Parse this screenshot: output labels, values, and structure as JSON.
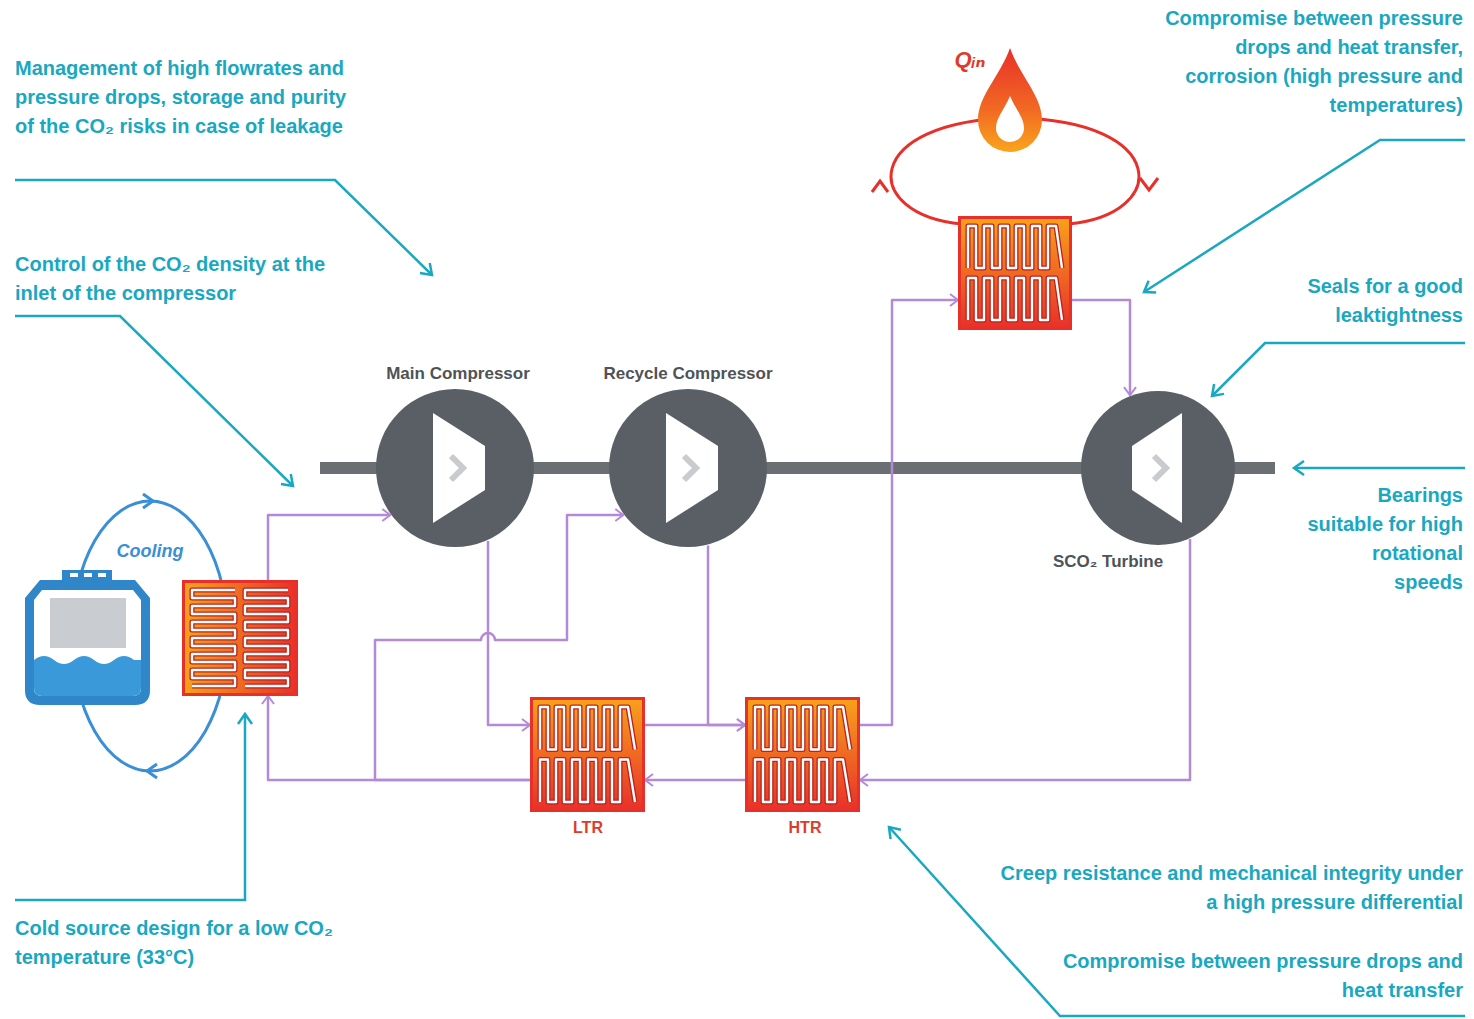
{
  "diagram": {
    "nodes": [
      {
        "text": [
          "Qᵢₙ"
        ]
      },
      {
        "text": [
          "Main Compressor"
        ]
      },
      {
        "text": [
          "Recycle Compressor"
        ]
      },
      {
        "text": [
          "SCO₂ Turbine"
        ]
      },
      {
        "text": [
          "Cooling"
        ]
      },
      {
        "text": [
          "LTR"
        ]
      },
      {
        "text": [
          "HTR"
        ]
      }
    ],
    "edges": [
      {
        "from": 4,
        "to": 1,
        "arrow": "to"
      },
      {
        "from": 1,
        "to": 5,
        "arrow": "to"
      },
      {
        "from": 5,
        "to": 6,
        "arrow": "to"
      },
      {
        "from": 2,
        "to": 6,
        "arrow": "to"
      },
      {
        "from": 6,
        "to": 0,
        "arrow": "to"
      },
      {
        "from": 0,
        "to": 3,
        "arrow": "to"
      },
      {
        "from": 3,
        "to": 6,
        "arrow": "to"
      },
      {
        "from": 6,
        "to": 5,
        "arrow": "to"
      },
      {
        "from": 5,
        "to": 4,
        "arrow": "to"
      },
      {
        "from": 5,
        "to": 2,
        "arrow": "to"
      }
    ],
    "labels": [
      "Management of high flowrates and pressure drops, storage and purity of the CO₂ risks in case of leakage",
      "Control of the CO₂ density at the inlet of the compressor",
      "Cold source design for a low CO₂ temperature (33°C)",
      "Compromise between pressure drops and heat transfer, corrosion (high pressure and temperatures)",
      "Seals for a good leaktightness",
      "Bearings suitable for high rotational speeds",
      "Creep resistance and mechanical integrity under a high pressure differential",
      "Compromise between pressure drops and heat transfer"
    ]
  }
}
